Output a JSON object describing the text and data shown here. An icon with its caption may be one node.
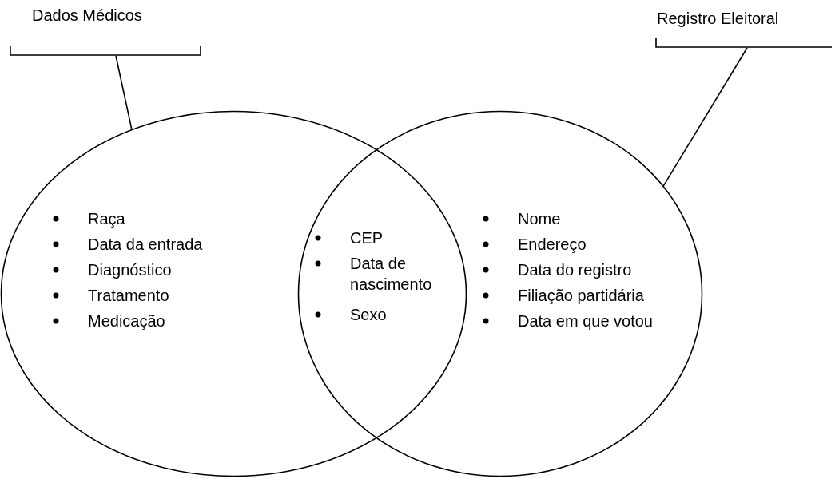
{
  "diagram": {
    "nodes": [
      {
        "text": [
          "Dados Médicos"
        ]
      },
      {
        "text": [
          "Raça",
          "Data da entrada",
          "Diagnóstico",
          "Tratamento",
          "Medicação"
        ]
      },
      {
        "text": [
          "Registro Eleitoral"
        ]
      },
      {
        "text": [
          "Nome",
          "Endereço",
          "Data do registro",
          "Filiação partidária",
          "Data em que votou"
        ]
      }
    ],
    "edges": [
      {
        "from": 0,
        "to": 1,
        "arrow": "none"
      },
      {
        "from": 2,
        "to": 3,
        "arrow": "none"
      }
    ],
    "labels": [
      "CEP",
      "Data de nascimento",
      "Sexo"
    ]
  }
}
